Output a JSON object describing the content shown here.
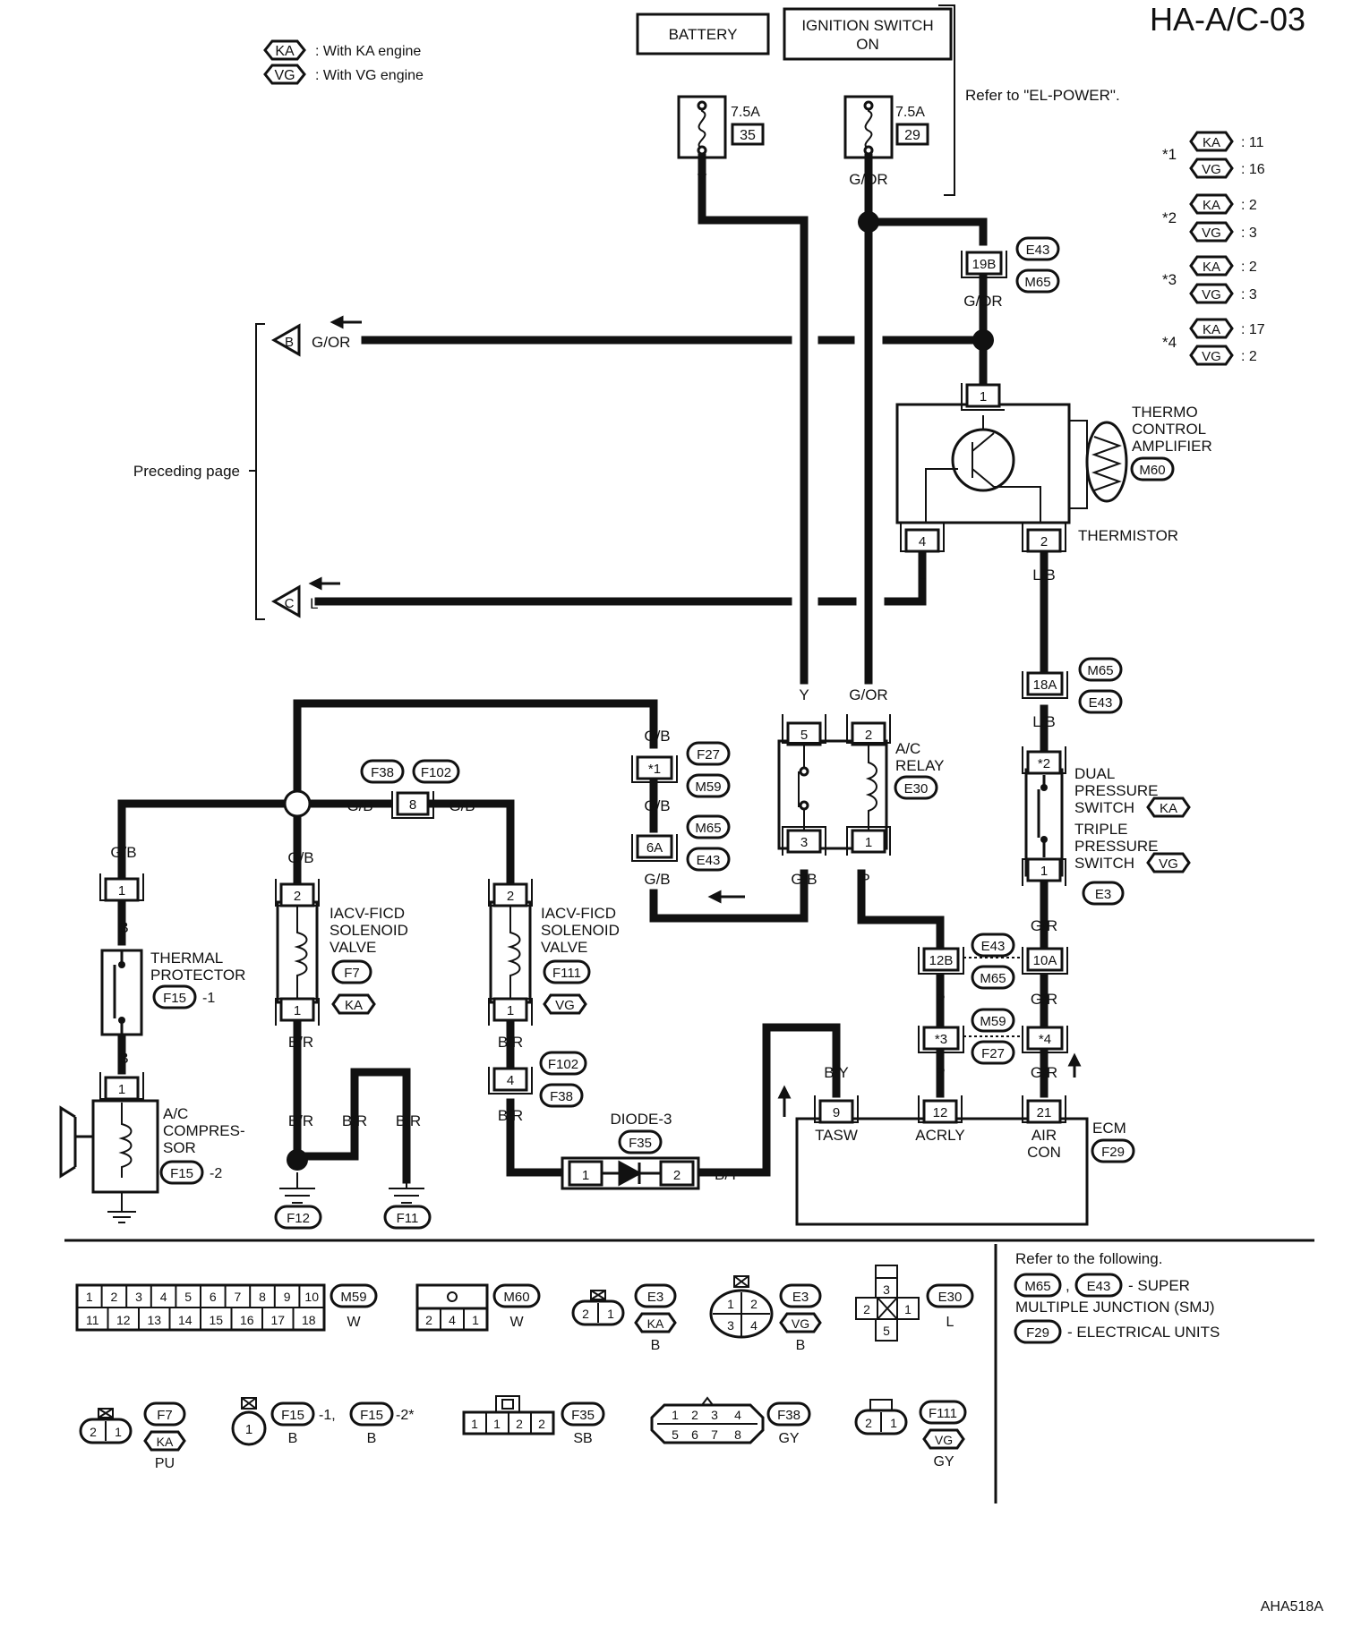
{
  "page_id": "HA-A/C-03",
  "figure_code": "AHA518A",
  "legend": {
    "ka": {
      "tag": "KA",
      "text": ": With KA engine"
    },
    "vg": {
      "tag": "VG",
      "text": ": With VG engine"
    }
  },
  "sources": {
    "battery": "BATTERY",
    "ignition_line1": "IGNITION SWITCH",
    "ignition_line2": "ON",
    "refer_el_power": "Refer to \"EL-POWER\".",
    "fuse1_amp": "7.5A",
    "fuse1_no": "35",
    "fuse2_amp": "7.5A",
    "fuse2_no": "29"
  },
  "star_notes": [
    {
      "mark": "*1",
      "ka": ": 11",
      "vg": ": 16"
    },
    {
      "mark": "*2",
      "ka": ": 2",
      "vg": ": 3"
    },
    {
      "mark": "*3",
      "ka": ": 2",
      "vg": ": 3"
    },
    {
      "mark": "*4",
      "ka": ": 17",
      "vg": ": 2"
    }
  ],
  "wire_colors": {
    "y": "Y",
    "gor": "G/OR",
    "gb": "G/B",
    "l": "L",
    "lb": "L/B",
    "p": "P",
    "gr": "G/R",
    "b": "B",
    "br": "B/R",
    "by": "B/Y"
  },
  "preceding": {
    "label": "Preceding page",
    "b": "B",
    "c": "C"
  },
  "connectors": {
    "e43": "E43",
    "m65": "M65",
    "m60": "M60",
    "e30": "E30",
    "e3": "E3",
    "f27": "F27",
    "m59": "M59",
    "f38": "F38",
    "f102": "F102",
    "f7": "F7",
    "f111": "F111",
    "f15": "F15",
    "f35": "F35",
    "f29": "F29",
    "f12": "F12",
    "f11": "F11"
  },
  "pins": {
    "p19b": "19B",
    "p18a": "18A",
    "p12b": "12B",
    "p10a": "10A",
    "p6a": "6A",
    "p1": "1",
    "p2": "2",
    "p3": "3",
    "p4": "4",
    "p5": "5",
    "p8": "8",
    "p9": "9",
    "p12": "12",
    "p21": "21",
    "s1": "*1",
    "s2": "*2",
    "s3": "*3",
    "s4": "*4"
  },
  "components": {
    "thermo_amp": [
      "THERMO",
      "CONTROL",
      "AMPLIFIER"
    ],
    "thermistor": "THERMISTOR",
    "ac_relay": [
      "A/C",
      "RELAY"
    ],
    "dual_pressure": [
      "DUAL",
      "PRESSURE",
      "SWITCH"
    ],
    "triple_pressure": [
      "TRIPLE",
      "PRESSURE",
      "SWITCH"
    ],
    "iacv": [
      "IACV-FICD",
      "SOLENOID",
      "VALVE"
    ],
    "thermal_protector": [
      "THERMAL",
      "PROTECTOR"
    ],
    "compressor": [
      "A/C",
      "COMPRES-",
      "SOR"
    ],
    "diode": "DIODE-3",
    "ecm": "ECM",
    "ecm_tasw": "TASW",
    "ecm_acrly": "ACRLY",
    "ecm_air": "AIR",
    "ecm_con": "CON",
    "f15_suffix1": "-1",
    "f15_suffix2": "-2"
  },
  "connector_views": {
    "m59_top": [
      "1",
      "2",
      "3",
      "4",
      "5",
      "6",
      "7",
      "8",
      "9",
      "10"
    ],
    "m59_bottom": [
      "11",
      "12",
      "13",
      "14",
      "15",
      "16",
      "17",
      "18"
    ],
    "m59_color": "W",
    "m60_pins": [
      "2",
      "4",
      "1"
    ],
    "m60_color": "W",
    "e3_ka_pins": [
      "2",
      "1"
    ],
    "e3_ka_color": "B",
    "e3_vg_pins": [
      "1",
      "2",
      "3",
      "4"
    ],
    "e3_vg_color": "B",
    "e30_pins": [
      "3",
      "2",
      "1",
      "5"
    ],
    "e30_color": "L",
    "f7_pins": [
      "2",
      "1"
    ],
    "f7_color": "PU",
    "f15_pin": "1",
    "f15_color": "B",
    "f15_text": "-1,",
    "f15_text2": "-2*",
    "f35_pins": [
      "1",
      "1",
      "2",
      "2"
    ],
    "f35_color": "SB",
    "f38_top": [
      "1",
      "2",
      "3",
      "4"
    ],
    "f38_bottom": [
      "5",
      "6",
      "7",
      "8"
    ],
    "f38_color": "GY",
    "f111_pins": [
      "2",
      "1"
    ],
    "f111_color": "GY"
  },
  "refer_box": {
    "line1": "Refer to the following.",
    "sep": ",",
    "smj_text": "- SUPER",
    "smj_text2": "MULTIPLE JUNCTION (SMJ)",
    "eu_text": "- ELECTRICAL UNITS"
  }
}
